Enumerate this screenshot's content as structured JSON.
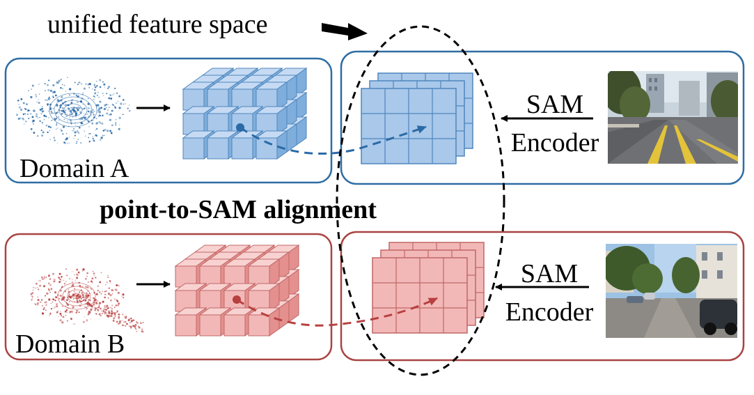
{
  "top_label": "unified feature space",
  "middle_label": "point-to-SAM alignment",
  "domain_a": {
    "label": "Domain A",
    "encoder_line1": "SAM",
    "encoder_line2": "Encoder"
  },
  "domain_b": {
    "label": "Domain B",
    "encoder_line1": "SAM",
    "encoder_line2": "Encoder"
  },
  "colors": {
    "blue_border": "#2e6da4",
    "blue_face": "#a9c8ea",
    "blue_top": "#c6dbf3",
    "blue_side": "#7faedc",
    "blue_dark": "#2a6aa6",
    "red_border": "#a94442",
    "red_face": "#f2b8b7",
    "red_top": "#f8d2d1",
    "red_side": "#e3908f",
    "red_dark": "#b84040"
  }
}
